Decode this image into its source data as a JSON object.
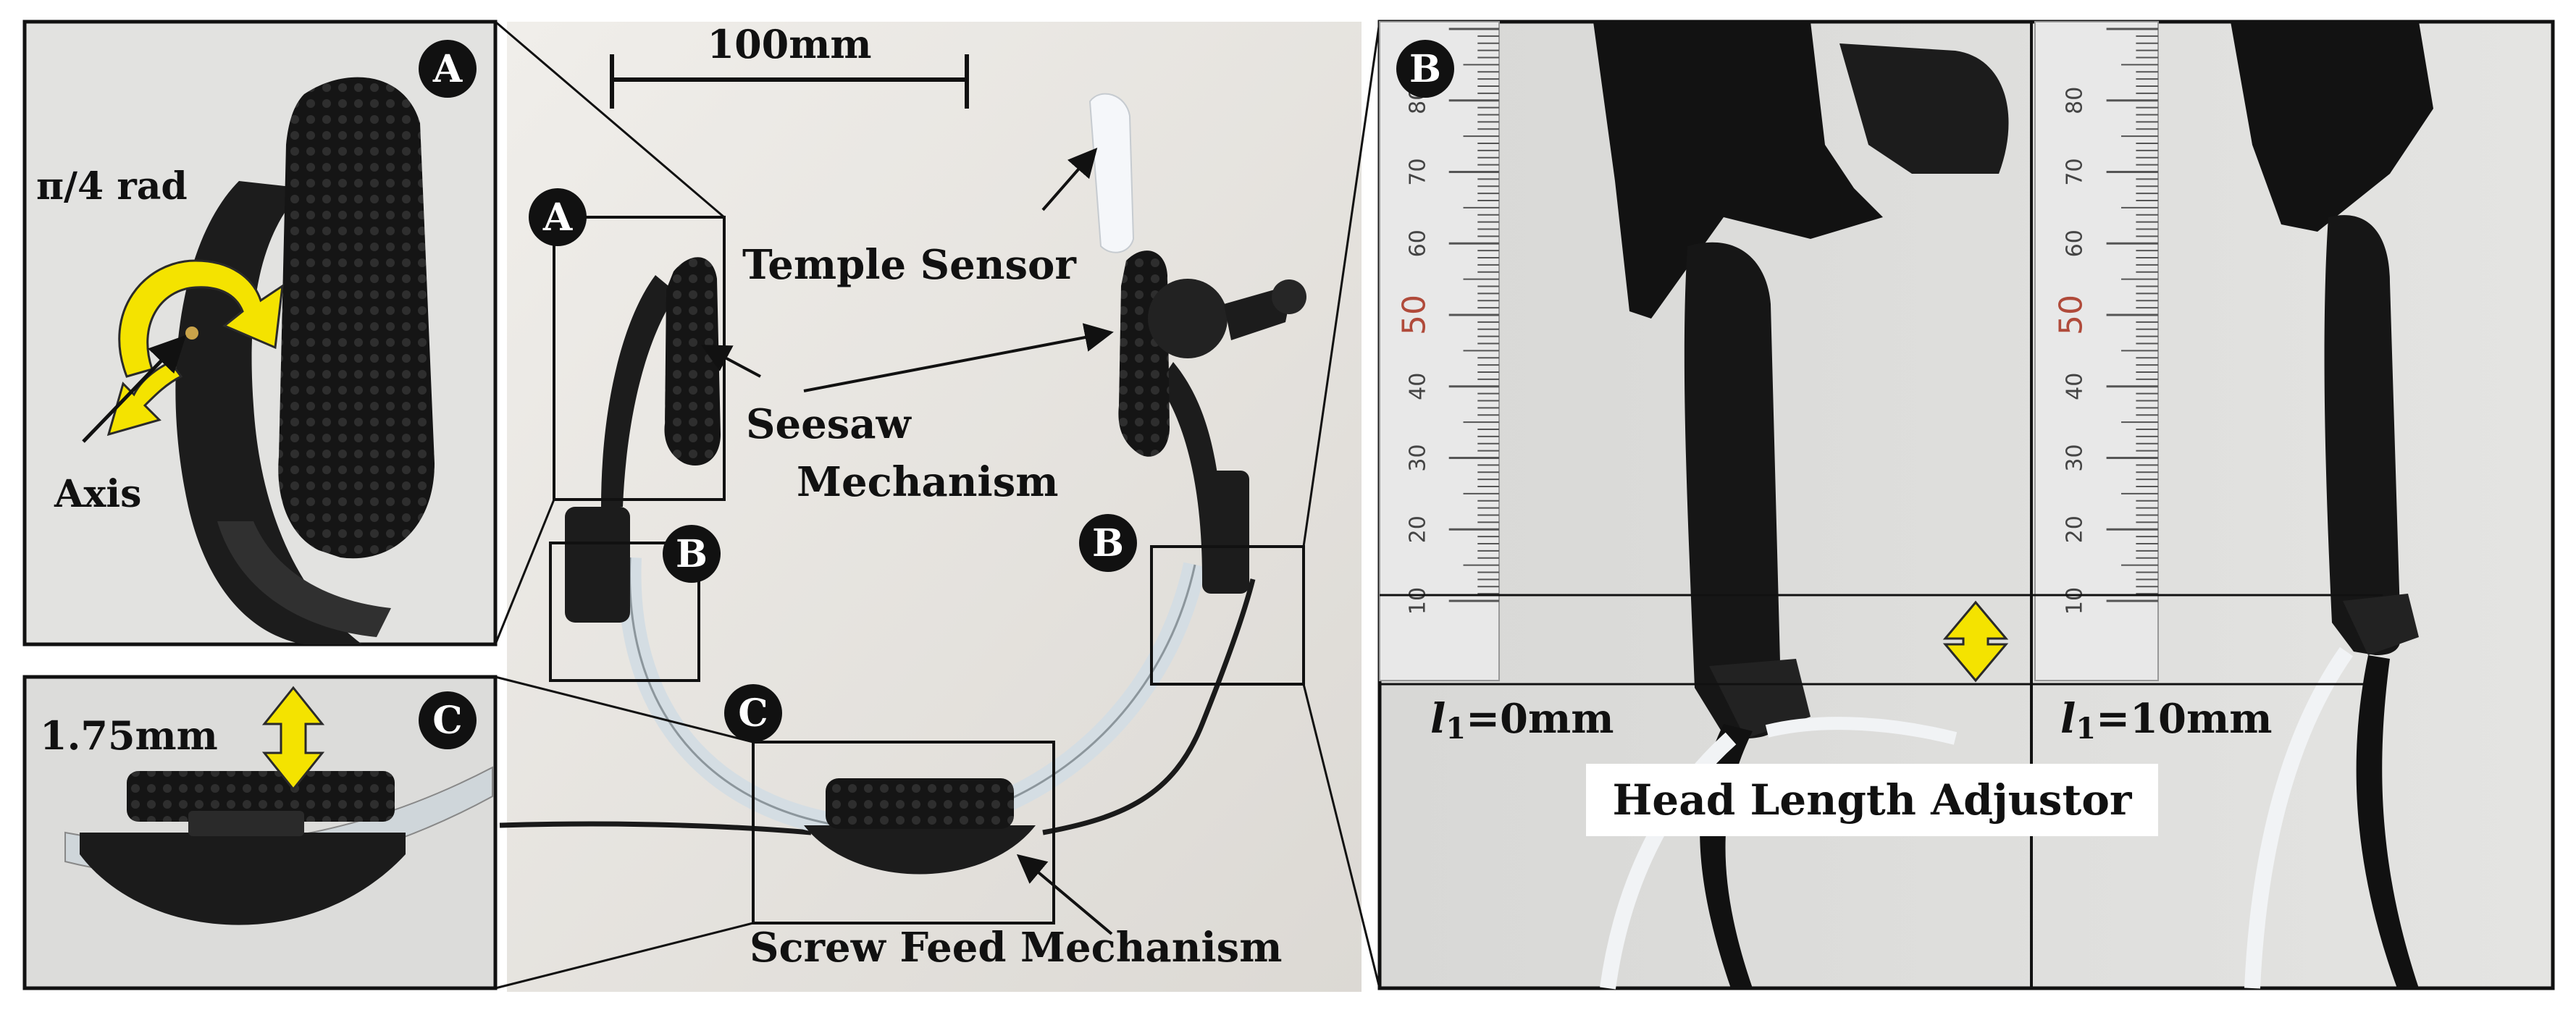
{
  "figure": {
    "scale_bar": {
      "label": "100mm"
    },
    "panel_a": {
      "badge": "A",
      "angle_label": "π/4 rad",
      "axis_label": "Axis"
    },
    "panel_c": {
      "badge": "C",
      "height_label": "1.75mm"
    },
    "main": {
      "badge_a": "A",
      "badge_b_left": "B",
      "badge_b_right": "B",
      "badge_c": "C",
      "temple_sensor": "Temple Sensor",
      "seesaw_line1": "Seesaw",
      "seesaw_line2": "Mechanism",
      "screw_feed": "Screw Feed Mechanism"
    },
    "panel_b": {
      "badge": "B",
      "l1_left_var": "l",
      "l1_left_sub": "1",
      "l1_left_val": "=0mm",
      "l1_right_var": "l",
      "l1_right_sub": "1",
      "l1_right_val": "=10mm",
      "head_length": "Head Length Adjustor",
      "ruler_left": [
        "80",
        "70",
        "60",
        "50",
        "40",
        "30",
        "20",
        "10"
      ],
      "ruler_right": [
        "80",
        "70",
        "60",
        "50",
        "40",
        "30",
        "20",
        "10"
      ]
    },
    "colors": {
      "arrow_yellow": "#f4e300",
      "badge": "#111111",
      "background_photo": "#ece9e4",
      "ruler": "#e6e6e6"
    }
  }
}
